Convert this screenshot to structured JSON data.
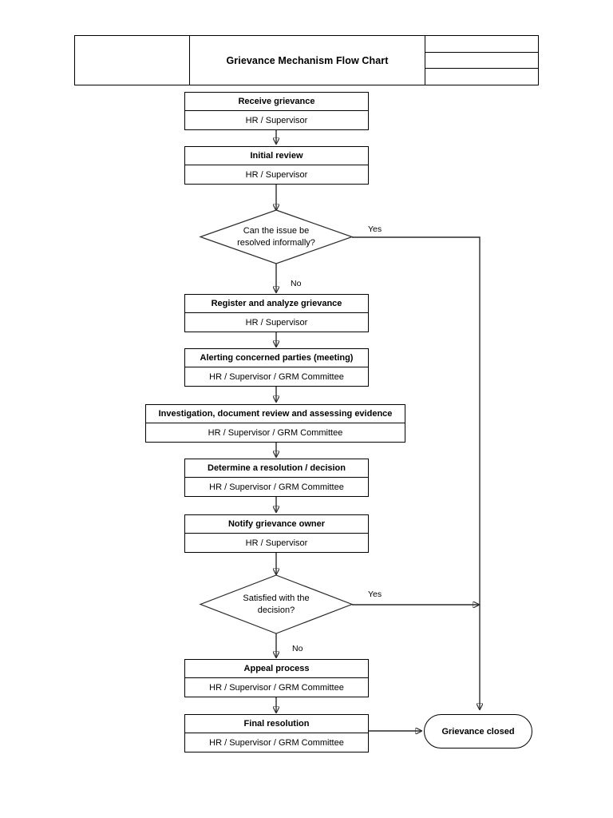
{
  "document": {
    "title": "Grievance Mechanism Flow Chart"
  },
  "header": {
    "title": "Grievance Mechanism Flow Chart",
    "left_cell": "",
    "right_rows": [
      "",
      "",
      ""
    ]
  },
  "flow": {
    "nodes": [
      {
        "id": "receive-grievance",
        "type": "process",
        "title": "Receive grievance",
        "role": "HR / Supervisor"
      },
      {
        "id": "initial-review",
        "type": "process",
        "title": "Initial review",
        "role": "HR / Supervisor"
      },
      {
        "id": "resolve-informally",
        "type": "decision",
        "line1": "Can the issue be",
        "line2": "resolved informally?"
      },
      {
        "id": "register-analyze",
        "type": "process",
        "title": "Register and analyze grievance",
        "role": "HR / Supervisor"
      },
      {
        "id": "alerting-parties",
        "type": "process",
        "title": "Alerting concerned parties (meeting)",
        "role": "HR / Supervisor / GRM Committee"
      },
      {
        "id": "investigation",
        "type": "process",
        "title": "Investigation, document review and assessing evidence",
        "role": "HR / Supervisor / GRM Committee"
      },
      {
        "id": "determine-resolution",
        "type": "process",
        "title": "Determine a resolution / decision",
        "role": "HR / Supervisor / GRM Committee"
      },
      {
        "id": "notify-owner",
        "type": "process",
        "title": "Notify grievance owner",
        "role": "HR / Supervisor"
      },
      {
        "id": "satisfied-decision",
        "type": "decision",
        "line1": "Satisfied with the",
        "line2": "decision?"
      },
      {
        "id": "appeal-process",
        "type": "process",
        "title": "Appeal process",
        "role": "HR / Supervisor / GRM Committee"
      },
      {
        "id": "final-resolution",
        "type": "process",
        "title": "Final resolution",
        "role": "HR / Supervisor / GRM Committee"
      },
      {
        "id": "grievance-closed",
        "type": "terminator",
        "title": "Grievance closed"
      }
    ],
    "edge_labels": {
      "decision1_yes": "Yes",
      "decision1_no": "No",
      "decision2_yes": "Yes",
      "decision2_no": "No"
    }
  },
  "colors": {
    "stroke": "#2b2b2b",
    "border": "#000000",
    "background": "#ffffff",
    "text": "#000000"
  }
}
